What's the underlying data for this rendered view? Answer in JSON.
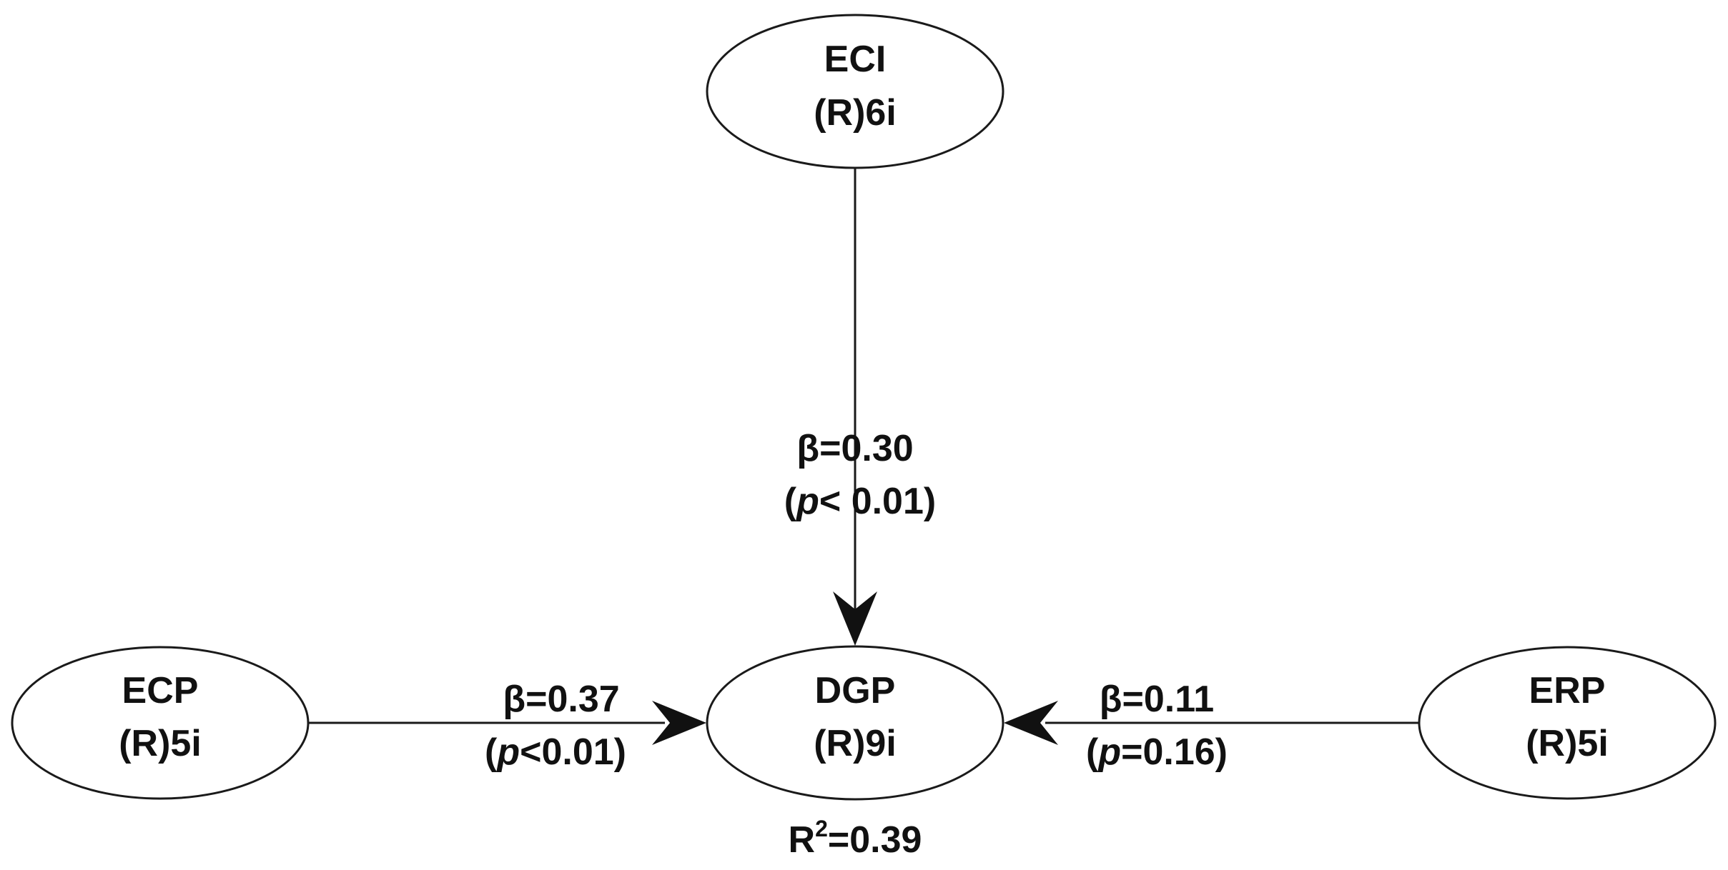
{
  "nodes": {
    "eci": {
      "name": "ECI",
      "items": "(R)6i"
    },
    "ecp": {
      "name": "ECP",
      "items": "(R)5i"
    },
    "dgp": {
      "name": "DGP",
      "items": "(R)9i"
    },
    "erp": {
      "name": "ERP",
      "items": "(R)5i"
    }
  },
  "paths": {
    "eci_dgp": {
      "beta": "β=0.30",
      "p_open": "(",
      "p_symbol": "p",
      "p_rest": "< 0.01)"
    },
    "ecp_dgp": {
      "beta": "β=0.37",
      "p_open": "(",
      "p_symbol": "p",
      "p_rest": "<0.01)"
    },
    "erp_dgp": {
      "beta": "β=0.11",
      "p_open": "(",
      "p_symbol": "p",
      "p_rest": "=0.16)"
    }
  },
  "r_squared": {
    "symbol": "R",
    "exponent": "2",
    "value": "=0.39"
  }
}
